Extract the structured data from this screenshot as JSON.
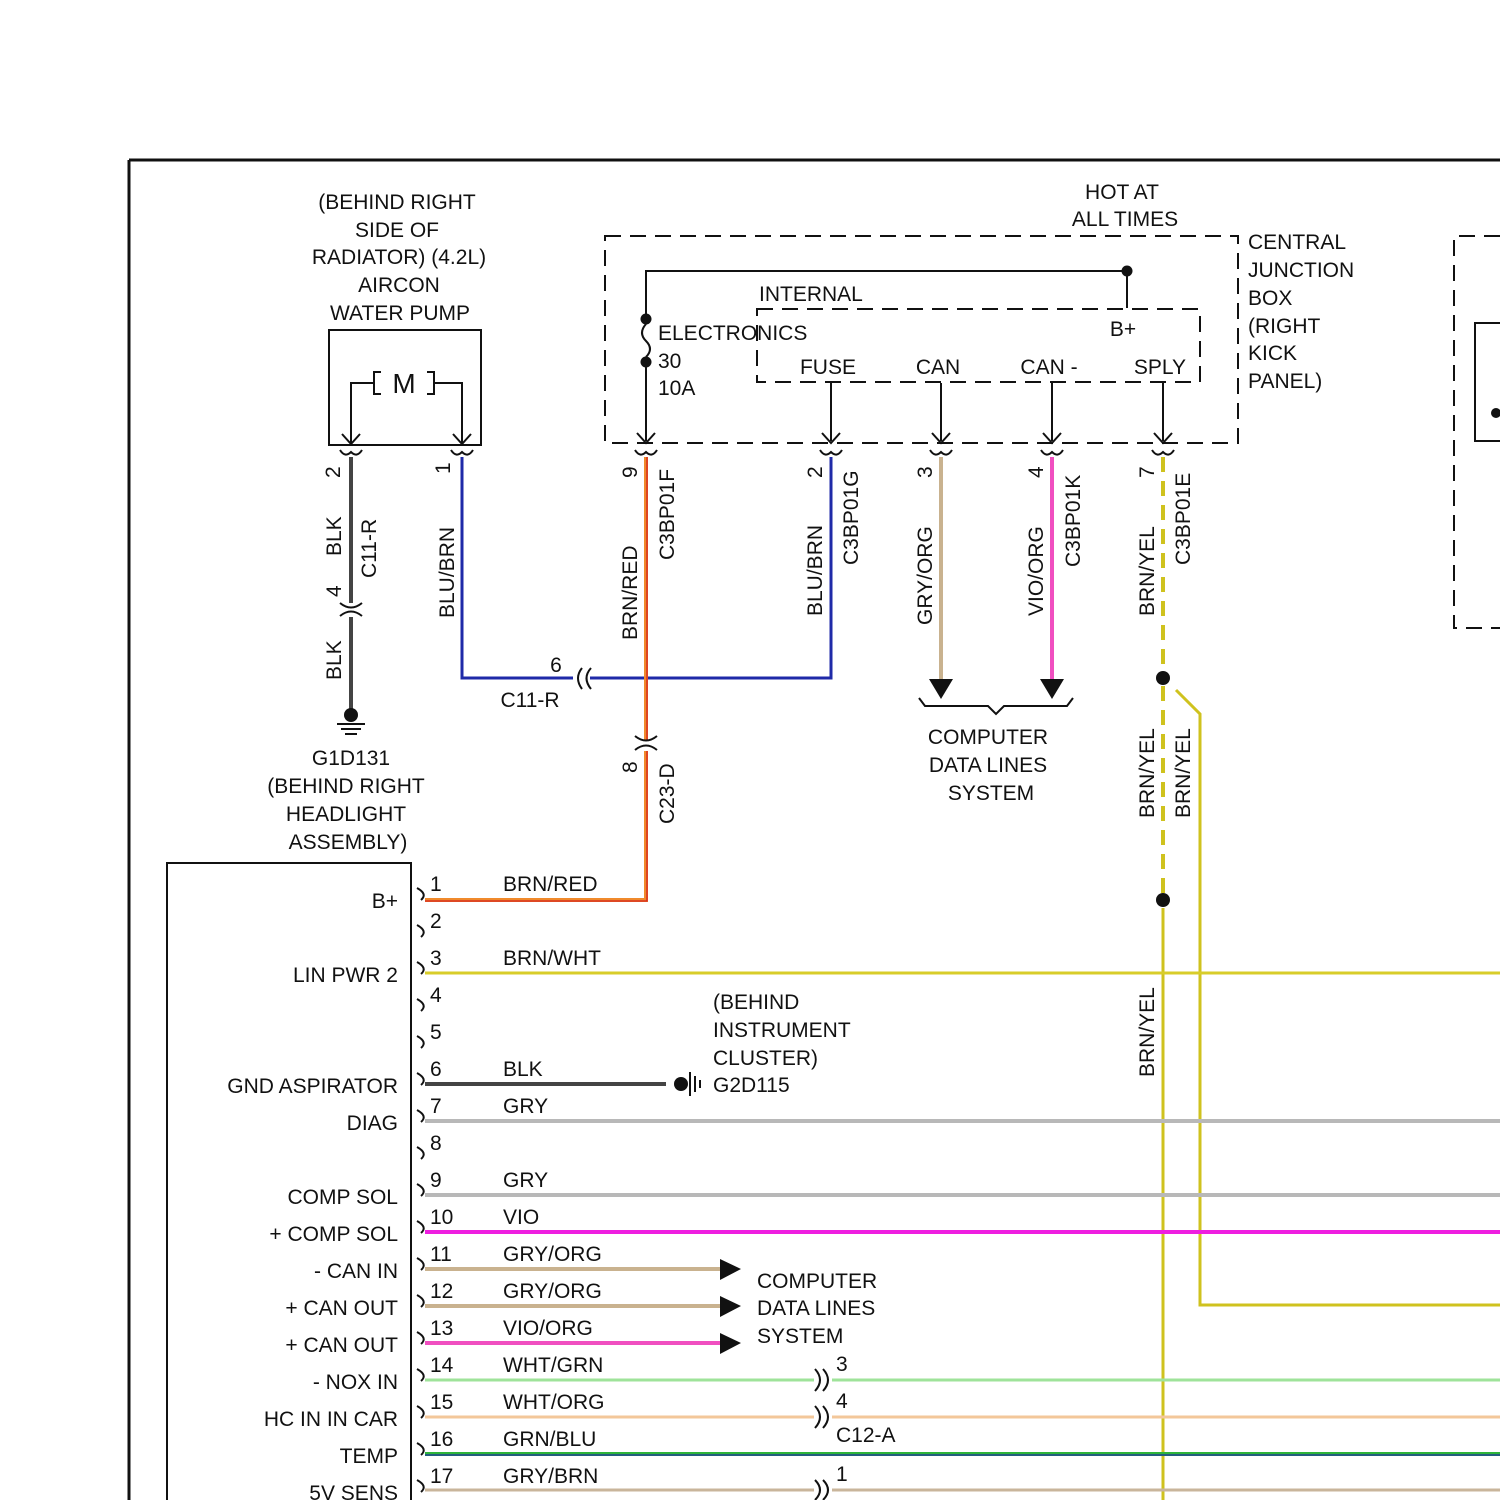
{
  "colors": {
    "BLK": "#444444",
    "BLU_BRN_base": "#1f2aa8",
    "BRN_RED_base": "#f08a2c",
    "BRN_RED_stripe": "#d42020",
    "GRY_ORG": "#c9b28f",
    "VIO_ORG": "#f04fc0",
    "BRN_YEL": "#cfc21e",
    "BRN_WHT": "#d8cd2a",
    "GRY": "#b8b8b8",
    "VIO": "#ee1ee0",
    "WHT_GRN": "#9fe39a",
    "WHT_ORG": "#f3c79a",
    "GRN_BLU": "#2db43a",
    "GRY_BRN": "#c9b59b"
  },
  "pump": {
    "location_lines": [
      "(BEHIND RIGHT",
      "SIDE OF",
      "RADIATOR) (4.2L)",
      "AIRCON",
      "WATER PUMP"
    ],
    "motor_label": "M",
    "pin_left": "2",
    "pin_right": "1"
  },
  "ground1": {
    "wire_upper": "BLK",
    "connector": "C11-R",
    "pin": "4",
    "wire_lower": "BLK",
    "id": "G1D131",
    "location_lines": [
      "(BEHIND RIGHT",
      "HEADLIGHT",
      "ASSEMBLY)"
    ]
  },
  "pump_pin1_wire": "BLU/BRN",
  "splice_c11": {
    "pin": "6",
    "connector": "C11-R"
  },
  "cjb": {
    "hot_lines": [
      "HOT AT",
      "ALL TIMES"
    ],
    "name_lines": [
      "CENTRAL",
      "JUNCTION",
      "BOX",
      "(RIGHT",
      "KICK",
      "PANEL)"
    ],
    "internal_lines": [
      "INTERNAL",
      "ELECTRONICS"
    ],
    "fuse_number": "30",
    "fuse_rating": "10A",
    "bplus": "B+",
    "ie_pins": [
      "FUSE",
      "CAN",
      "CAN -",
      "SPLY"
    ]
  },
  "cjb_pins": [
    {
      "pin": "9",
      "wire": "BRN/RED",
      "connector": "C3BP01F"
    },
    {
      "pin": "2",
      "wire": "BLU/BRN",
      "connector": "C3BP01G"
    },
    {
      "pin": "3",
      "wire": "GRY/ORG",
      "connector": ""
    },
    {
      "pin": "4",
      "wire": "VIO/ORG",
      "connector": "C3BP01K"
    },
    {
      "pin": "7",
      "wire": "BRN/YEL",
      "connector": "C3BP01E"
    }
  ],
  "c23": {
    "pin": "8",
    "connector": "C23-D"
  },
  "data_lines_top": [
    "COMPUTER",
    "DATA LINES",
    "SYSTEM"
  ],
  "brn_yel_branch": {
    "left": "BRN/YEL",
    "right": "BRN/YEL",
    "lower": "BRN/YEL"
  },
  "module_pins": [
    {
      "pin": "1",
      "label": "B+",
      "wire": "BRN/RED"
    },
    {
      "pin": "2",
      "label": "",
      "wire": ""
    },
    {
      "pin": "3",
      "label": "LIN PWR 2",
      "wire": "BRN/WHT"
    },
    {
      "pin": "4",
      "label": "",
      "wire": ""
    },
    {
      "pin": "5",
      "label": "",
      "wire": ""
    },
    {
      "pin": "6",
      "label": "GND ASPIRATOR",
      "wire": "BLK"
    },
    {
      "pin": "7",
      "label": "DIAG",
      "wire": "GRY"
    },
    {
      "pin": "8",
      "label": "",
      "wire": ""
    },
    {
      "pin": "9",
      "label": "COMP SOL",
      "wire": "GRY"
    },
    {
      "pin": "10",
      "label": "+ COMP SOL",
      "wire": "VIO"
    },
    {
      "pin": "11",
      "label": "- CAN IN",
      "wire": "GRY/ORG"
    },
    {
      "pin": "12",
      "label": "+ CAN OUT",
      "wire": "GRY/ORG"
    },
    {
      "pin": "13",
      "label": "+ CAN OUT",
      "wire": "VIO/ORG"
    },
    {
      "pin": "14",
      "label": "- NOX IN",
      "wire": "WHT/GRN"
    },
    {
      "pin": "15",
      "label": "HC IN IN CAR",
      "wire": "WHT/ORG"
    },
    {
      "pin": "16",
      "label": "TEMP",
      "wire": "GRN/BLU"
    },
    {
      "pin": "17",
      "label": "5V SENS",
      "wire": "GRY/BRN"
    }
  ],
  "ground2": {
    "location_lines": [
      "(BEHIND",
      "INSTRUMENT",
      "CLUSTER)"
    ],
    "id": "G2D115"
  },
  "data_lines_bottom": [
    "COMPUTER",
    "DATA LINES",
    "SYSTEM"
  ],
  "c12": {
    "pin14": "3",
    "pin15": "4",
    "pin17": "1",
    "connector": "C12-A"
  }
}
